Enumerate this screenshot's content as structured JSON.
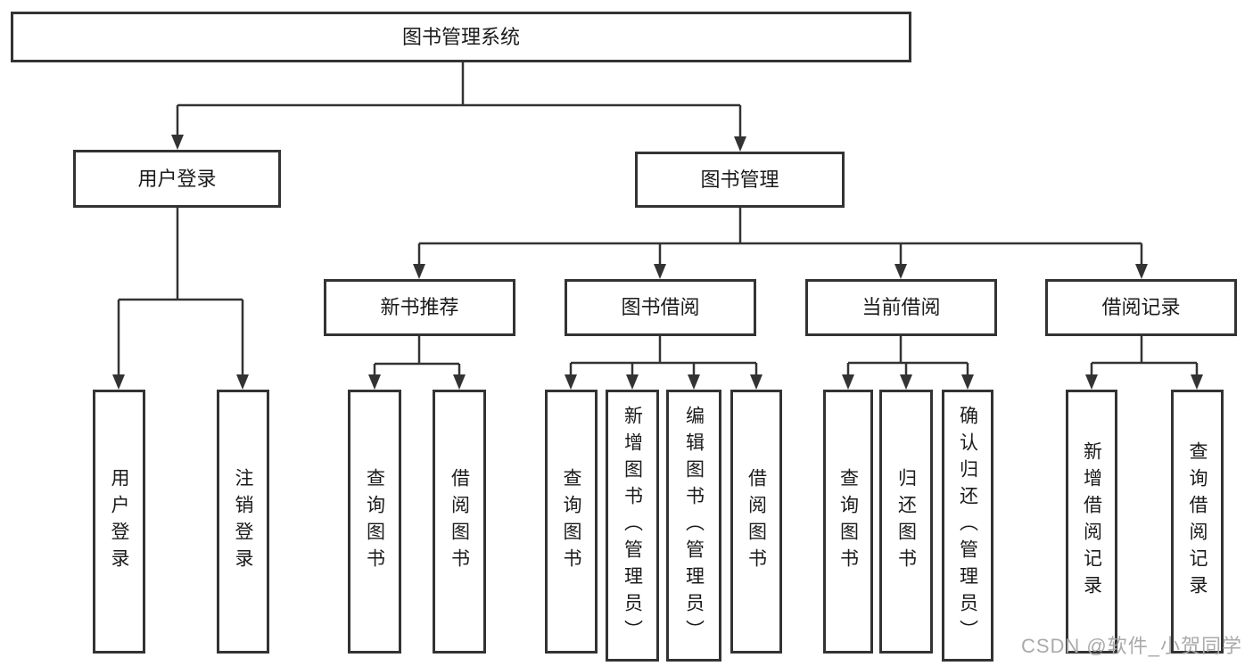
{
  "diagram_title": "图书管理系统",
  "nodes": {
    "root": "图书管理系统",
    "user_login": "用户登录",
    "book_management": "图书管理",
    "new_book_recommend": "新书推荐",
    "book_borrow": "图书借阅",
    "current_borrow": "当前借阅",
    "borrow_records": "借阅记录",
    "leaf_user_login": "用户登录",
    "leaf_logout": "注销登录",
    "leaf_nbr_query_book": "查询图书",
    "leaf_nbr_borrow_book": "借阅图书",
    "leaf_bb_query_book": "查询图书",
    "leaf_bb_add_book": "新增图书（管理员）",
    "leaf_bb_edit_book": "编辑图书（管理员）",
    "leaf_bb_borrow_book": "借阅图书",
    "leaf_cb_query_book": "查询图书",
    "leaf_cb_return_book": "归还图书",
    "leaf_cb_confirm_return": "确认归还（管理员）",
    "leaf_br_add_record": "新增借阅记录",
    "leaf_br_query_record": "查询借阅记录"
  },
  "structure": {
    "图书管理系统": {
      "用户登录": [
        "用户登录",
        "注销登录"
      ],
      "图书管理": {
        "新书推荐": [
          "查询图书",
          "借阅图书"
        ],
        "图书借阅": [
          "查询图书",
          "新增图书（管理员）",
          "编辑图书（管理员）",
          "借阅图书"
        ],
        "当前借阅": [
          "查询图书",
          "归还图书",
          "确认归还（管理员）"
        ],
        "借阅记录": [
          "新增借阅记录",
          "查询借阅记录"
        ]
      }
    }
  },
  "watermark": "CSDN @软件_小贺同学",
  "colors": {
    "line": "#333333",
    "box_border": "#333333",
    "box_fill": "#ffffff",
    "text": "#1b1b1b",
    "background": "#ffffff",
    "watermark": "#aaaaaa"
  }
}
